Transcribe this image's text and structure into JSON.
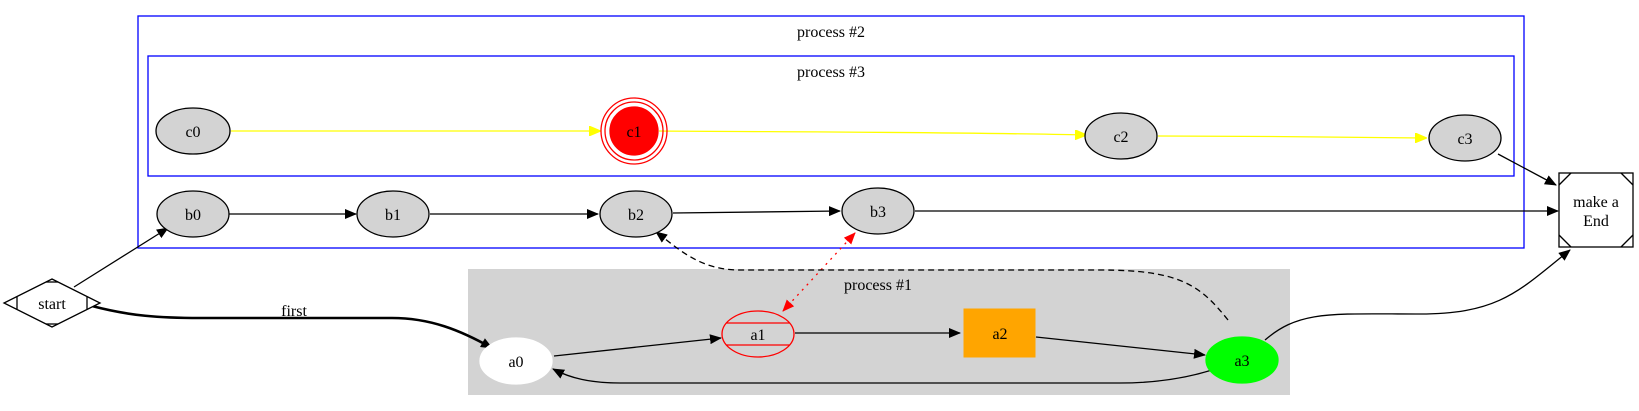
{
  "clusters": {
    "process2": "process #2",
    "process3": "process #3",
    "process1": "process #1"
  },
  "nodes": {
    "c0": "c0",
    "c1": "c1",
    "c2": "c2",
    "c3": "c3",
    "b0": "b0",
    "b1": "b1",
    "b2": "b2",
    "b3": "b3",
    "a0": "a0",
    "a1": "a1",
    "a2": "a2",
    "a3": "a3",
    "start": "start",
    "end_line1": "make a",
    "end_line2": "End"
  },
  "edges": {
    "start_a0_label": "first"
  },
  "colors": {
    "cluster_border": "#0000ff",
    "cluster1_fill": "#d3d3d3",
    "node_fill": "#d3d3d3",
    "c1_fill": "#ff0000",
    "a2_fill": "#ffa500",
    "a3_fill": "#00ff00",
    "yellow_edge": "#ffff00",
    "red_edge": "#ff0000"
  }
}
